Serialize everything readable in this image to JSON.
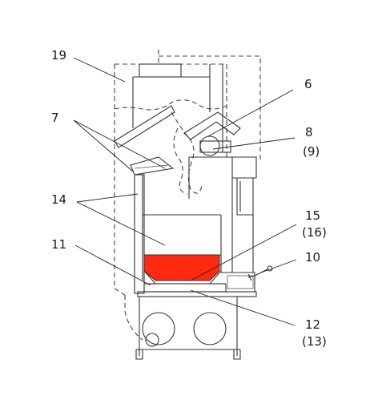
{
  "diagram": {
    "colors": {
      "firebed": "#ff2a10",
      "lines": "#333333",
      "insulation": "#f7f7f7"
    },
    "labels": {
      "l19": "19",
      "l6": "6",
      "l7": "7",
      "l8": "8",
      "l9": "(9)",
      "l14": "14",
      "l15": "15",
      "l16": "(16)",
      "l11": "11",
      "l10": "10",
      "l12": "12",
      "l13": "(13)"
    }
  }
}
